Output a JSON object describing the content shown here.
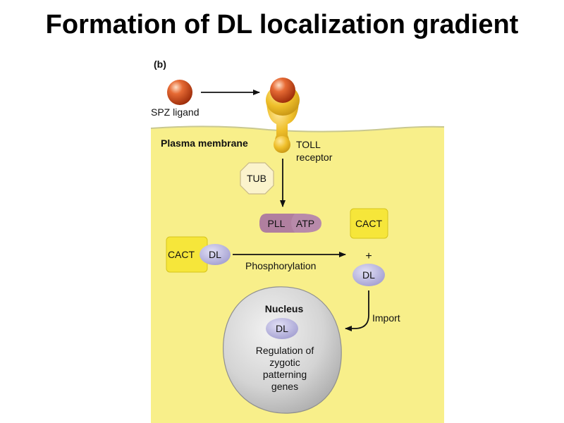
{
  "title": "Formation of DL localization gradient",
  "panel_label": "(b)",
  "labels": {
    "spz_ligand": "SPZ ligand",
    "plasma_membrane": "Plasma membrane",
    "toll_line1": "TOLL",
    "toll_line2": "receptor",
    "tub": "TUB",
    "pll": "PLL",
    "atp": "ATP",
    "cact_free": "CACT",
    "plus": "+",
    "cact_complex": "CACT",
    "dl_complex": "DL",
    "dl_free": "DL",
    "phosphorylation": "Phosphorylation",
    "nucleus": "Nucleus",
    "dl_nucleus": "DL",
    "import": "Import",
    "regulation_lines": [
      "Regulation of",
      "zygotic",
      "patterning",
      "genes"
    ]
  },
  "colors": {
    "cytoplasm": "#f8ef8a",
    "membrane_edge": "#c9c890",
    "ligand": "#d84a1e",
    "receptor": "#efbf2a",
    "tub": "#fbf3cc",
    "pll": "#b88aaa",
    "cact": "#f6e63a",
    "dl": "#b9b5e0",
    "nucleus": "#d6d6d6"
  }
}
